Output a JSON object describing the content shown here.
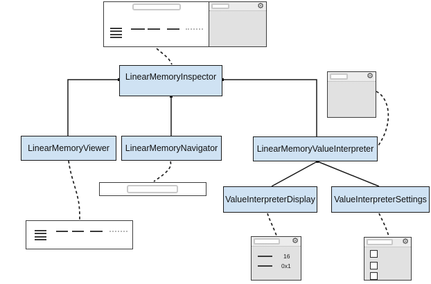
{
  "diagram": {
    "nodes": {
      "inspector": {
        "label": "LinearMemoryInspector"
      },
      "viewer": {
        "label": "LinearMemoryViewer"
      },
      "navigator": {
        "label": "LinearMemoryNavigator"
      },
      "interpreter": {
        "label": "LinearMemoryValueInterpreter"
      },
      "display": {
        "label": "ValueInterpreterDisplay"
      },
      "settings": {
        "label": "ValueInterpreterSettings"
      }
    },
    "edges": {
      "solid": [
        "LinearMemoryInspector-LinearMemoryViewer",
        "LinearMemoryInspector-LinearMemoryNavigator",
        "LinearMemoryInspector-LinearMemoryValueInterpreter",
        "LinearMemoryValueInterpreter-ValueInterpreterDisplay",
        "LinearMemoryValueInterpreter-ValueInterpreterSettings"
      ],
      "dashed": [
        "inspector-window-mockup-LinearMemoryInspector",
        "interpreter-window-mockup-LinearMemoryValueInterpreter",
        "LinearMemoryViewer-memory-rows-mockup",
        "LinearMemoryNavigator-address-toolbar-mockup",
        "ValueInterpreterDisplay-display-window-mockup",
        "ValueInterpreterSettings-settings-window-mockup"
      ]
    },
    "display_mockup": {
      "rows": {
        "row1": "16",
        "row2": "0x1"
      }
    },
    "icons": {
      "gear": "⚙"
    },
    "colors": {
      "node_fill": "#cfe2f3",
      "node_border": "#1a1a1a",
      "window_body": "#e1e1e1",
      "window_header": "#ececec",
      "window_border": "#3c3c3c",
      "connector": "#1a1a1a",
      "background": "#ffffff"
    }
  }
}
